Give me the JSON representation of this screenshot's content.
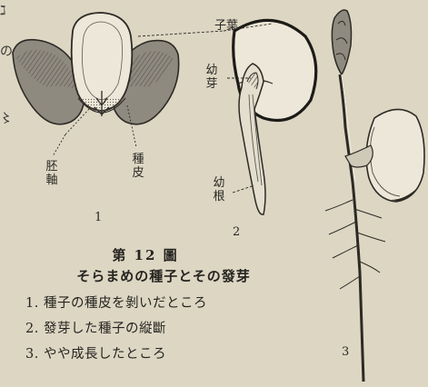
{
  "edge_glyphs": [
    "ℷ",
    "の",
    "〻"
  ],
  "figure": {
    "labels": {
      "cotyledon": "子葉",
      "plumule": "幼芽",
      "hypocotyl_1": "胚軸",
      "seed_coat": "種皮",
      "radicle": "幼根"
    },
    "numbers": [
      "1",
      "2",
      "3"
    ]
  },
  "caption": {
    "title": "第 12 圖",
    "subtitle": "そらまめの種子とその發芽",
    "lines": [
      "1. 種子の種皮を剝いだところ",
      "2. 發芽した種子の縦斷",
      "3. やや成長したところ"
    ]
  }
}
